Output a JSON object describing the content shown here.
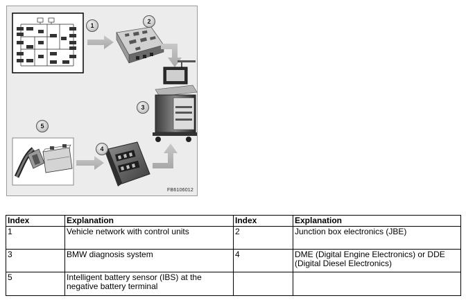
{
  "figure": {
    "id_label": "FB6106012",
    "callouts": [
      "1",
      "2",
      "3",
      "4",
      "5"
    ]
  },
  "table": {
    "headers": [
      "Index",
      "Explanation",
      "Index",
      "Explanation"
    ],
    "rows": [
      {
        "idx_a": "1",
        "exp_a": "Vehicle network with control units",
        "idx_b": "2",
        "exp_b": "Junction box electronics (JBE)"
      },
      {
        "idx_a": "3",
        "exp_a": "BMW diagnosis system",
        "idx_b": "4",
        "exp_b": "DME (Digital Engine Electronics) or DDE (Digital Diesel Electronics)"
      },
      {
        "idx_a": "5",
        "exp_a": "Intelligent battery sensor (IBS) at the negative battery terminal",
        "idx_b": "",
        "exp_b": ""
      }
    ]
  }
}
